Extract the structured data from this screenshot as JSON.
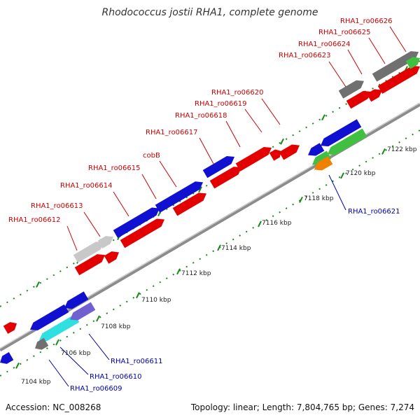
{
  "title": "Rhodococcus jostii RHA1, complete genome",
  "footer": {
    "accession": "Accession: NC_008268",
    "summary": "Topology: linear; Length: 7,804,765 bp; Genes: 7,274"
  },
  "colors": {
    "backbone": "#8c8c8c",
    "dots": "#1a8a1a",
    "forward_label": "#cc0000",
    "reverse_label": "#0000aa"
  },
  "ticks": [
    "7104 kbp",
    "7106 kbp",
    "7108 kbp",
    "7110 kbp",
    "7112 kbp",
    "7114 kbp",
    "7116 kbp",
    "7118 kbp",
    "7120 kbp",
    "7122 kbp"
  ],
  "forward_labels": [
    "RHA1_ro06612",
    "RHA1_ro06613",
    "RHA1_ro06614",
    "RHA1_ro06615",
    "cobB",
    "RHA1_ro06617",
    "RHA1_ro06618",
    "RHA1_ro06619",
    "RHA1_ro06620",
    "RHA1_ro06623",
    "RHA1_ro06624",
    "RHA1_ro06625",
    "RHA1_ro06626"
  ],
  "reverse_labels": [
    "RHA1_ro06609",
    "RHA1_ro06610",
    "RHA1_ro06611",
    "RHA1_ro06621"
  ]
}
